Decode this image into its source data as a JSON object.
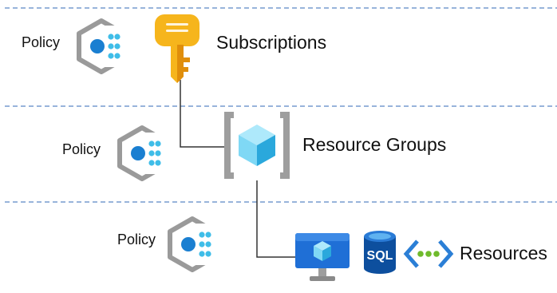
{
  "tiers": [
    {
      "policy_label": "Policy",
      "scope_label": "Subscriptions",
      "scope_icon": "key-icon"
    },
    {
      "policy_label": "Policy",
      "scope_label": "Resource Groups",
      "scope_icon": "resource-group-icon"
    },
    {
      "policy_label": "Policy",
      "scope_label": "Resources",
      "scope_icons": [
        "virtual-machine-icon",
        "sql-database-icon",
        "virtual-network-icon"
      ]
    }
  ],
  "sql_badge_text": "SQL",
  "colors": {
    "divider": "#5b87c5",
    "connector": "#333333",
    "policy_hex": "#9a9a9a",
    "policy_core": "#1a7fd1",
    "policy_dots": "#3fbde8",
    "key_gold": "#f6b51c",
    "key_dark": "#e08e0b",
    "cube_light": "#7fd8f5",
    "cube_dark": "#2aa8dc",
    "bracket_gray": "#9e9e9e",
    "monitor_blue": "#1f6fd6",
    "sql_blue": "#0d4f9e",
    "vnet_blue": "#2b7fd6",
    "vnet_green": "#6fba2c"
  }
}
